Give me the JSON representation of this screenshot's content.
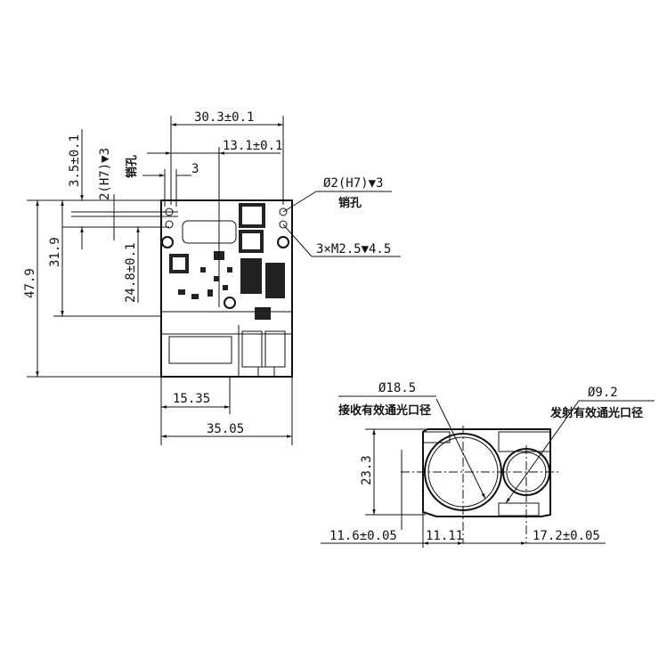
{
  "top_view": {
    "dims": {
      "width_total": "30.3±0.1",
      "pin_offset": "13.1±0.1",
      "pin_spacing": "3",
      "top_offset": "3.5±0.1",
      "pin_hole_left": "2(H7)▼3",
      "pin_hole_left_label": "销孔",
      "height_total": "47.9",
      "height_31": "31.9",
      "height_24": "24.8±0.1",
      "bottom_15": "15.35",
      "bottom_35": "35.05"
    },
    "callouts": {
      "pin_hole": "Ø2(H7)▼3",
      "pin_hole_label": "销孔",
      "screws": "3×M2.5▼4.5"
    }
  },
  "front_view": {
    "receive": {
      "dia": "Ø18.5",
      "label": "接收有效通光口径"
    },
    "emit": {
      "dia": "Ø9.2",
      "label": "发射有效通光口径"
    },
    "dims": {
      "height": "23.3",
      "left": "11.6±0.05",
      "mid": "11.11",
      "right": "17.2±0.05"
    }
  }
}
